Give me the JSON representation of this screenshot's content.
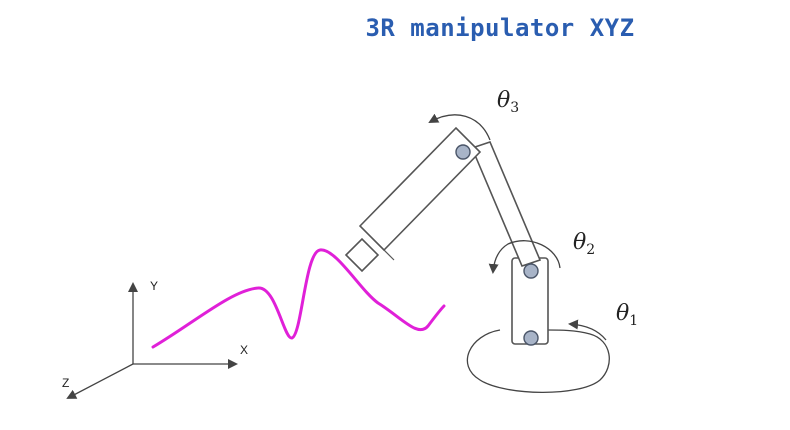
{
  "title": "3R manipulator XYZ",
  "axes": {
    "x_label": "X",
    "y_label": "Y",
    "z_label": "Z"
  },
  "joints": [
    {
      "symbol": "θ",
      "sub": "1"
    },
    {
      "symbol": "θ",
      "sub": "2"
    },
    {
      "symbol": "θ",
      "sub": "3"
    }
  ],
  "colors": {
    "title": "#2a5db0",
    "trajectory": "#e020d8",
    "joint_fill": "#a8b4c8"
  }
}
